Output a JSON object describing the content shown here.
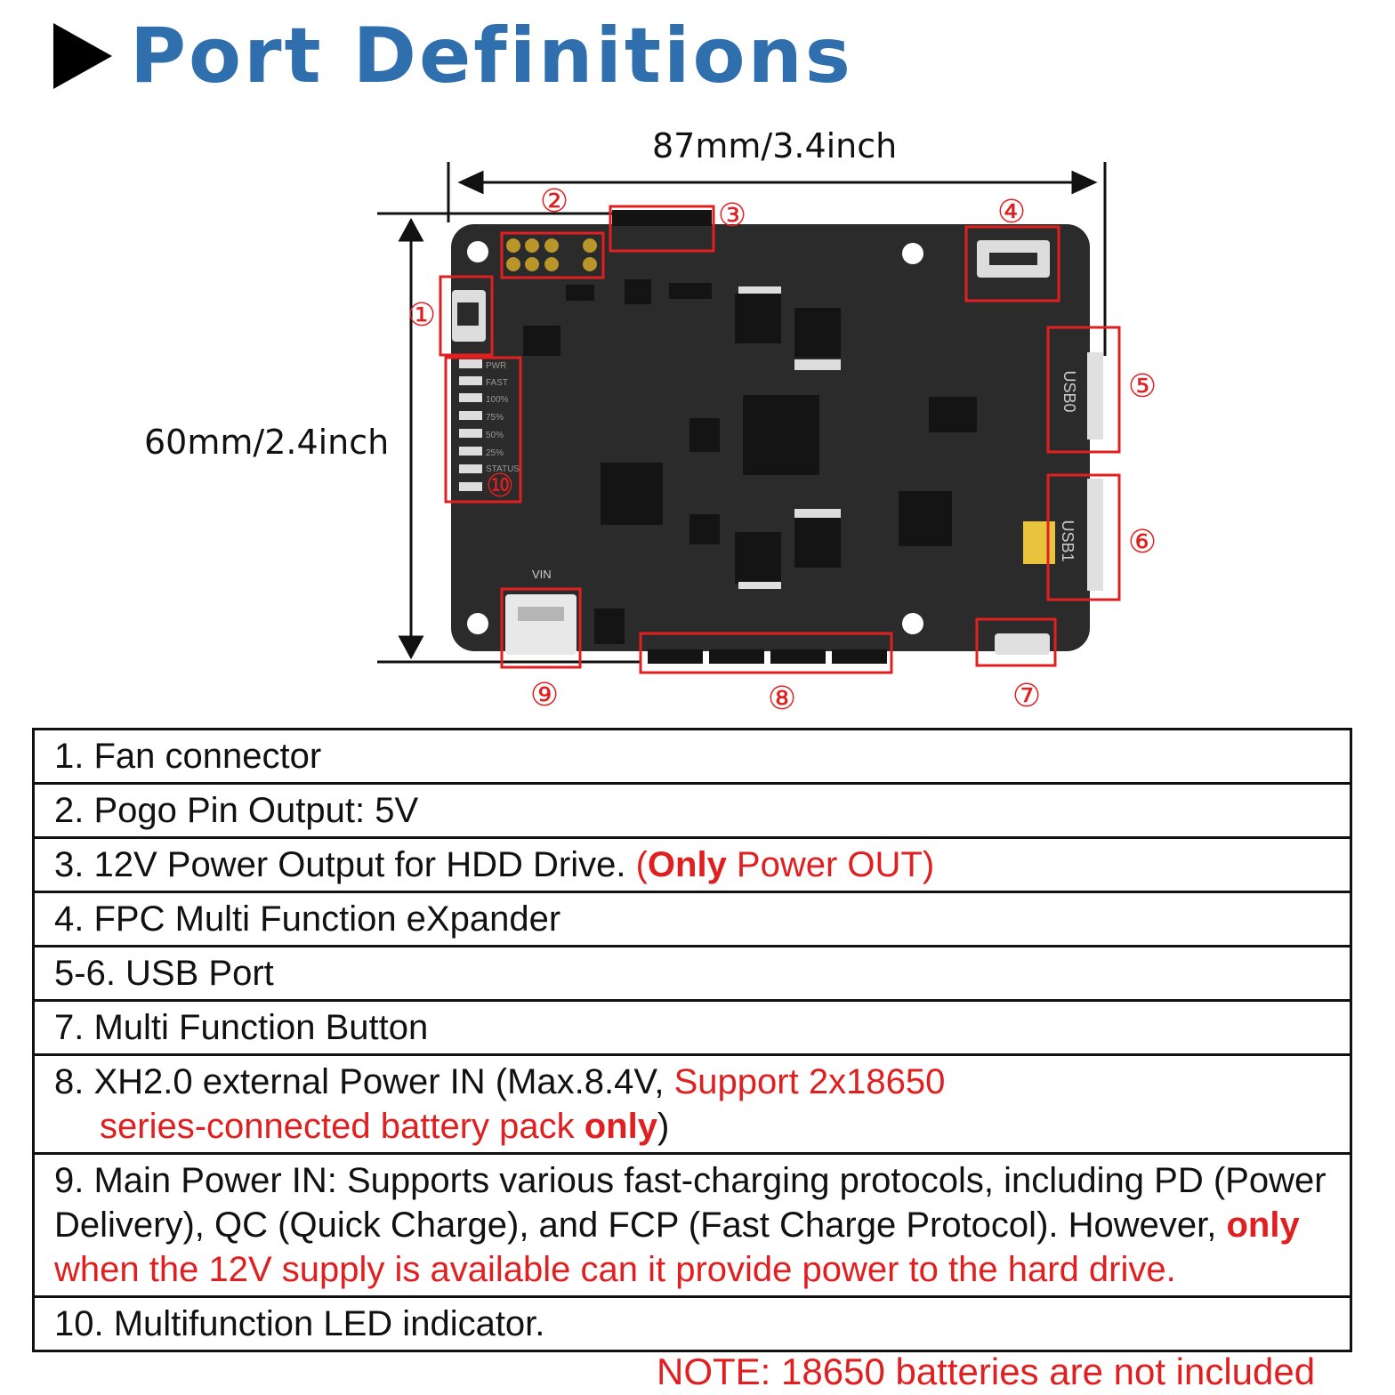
{
  "header": {
    "title": "Port Definitions"
  },
  "dimensions": {
    "width": "87mm/3.4inch",
    "height": "60mm/2.4inch"
  },
  "callouts": [
    "①",
    "②",
    "③",
    "④",
    "⑤",
    "⑥",
    "⑦",
    "⑧",
    "⑨",
    "⑩"
  ],
  "board_labels": {
    "leds": [
      "PWR",
      "FAST",
      "100%",
      "75%",
      "50%",
      "25%",
      "STATUS"
    ],
    "usb0": "USB0",
    "usb1": "USB1",
    "vin": "VIN"
  },
  "colors": {
    "title": "#2f6fae",
    "highlight": "#e02020",
    "board": "#2b2b2b",
    "callout": "#e02020"
  },
  "ports": {
    "p1": "1. Fan connector",
    "p2": "2. Pogo Pin Output: 5V",
    "p3_a": "3. 12V Power Output for HDD Drive. ",
    "p3_b": "(",
    "p3_c": "Only",
    "p3_d": " Power OUT)",
    "p4": "4. FPC Multi Function eXpander",
    "p5": "5-6. USB Port",
    "p7": "7. Multi Function Button",
    "p8_a": "8. XH2.0 external Power IN (Max.8.4V, ",
    "p8_b": "Support 2x18650",
    "p8_c": "series-connected battery pack ",
    "p8_d": "only",
    "p8_e": ")",
    "p9_a": "9. Main Power IN: Supports various fast-charging protocols, including PD (Power Delivery), QC (Quick Charge), and FCP (Fast Charge Protocol). However, ",
    "p9_b": "only",
    "p9_c": " when the 12V supply is available can it provide power to the hard drive.",
    "p10": "10. Multifunction LED indicator."
  },
  "note": "NOTE: 18650 batteries are not included"
}
